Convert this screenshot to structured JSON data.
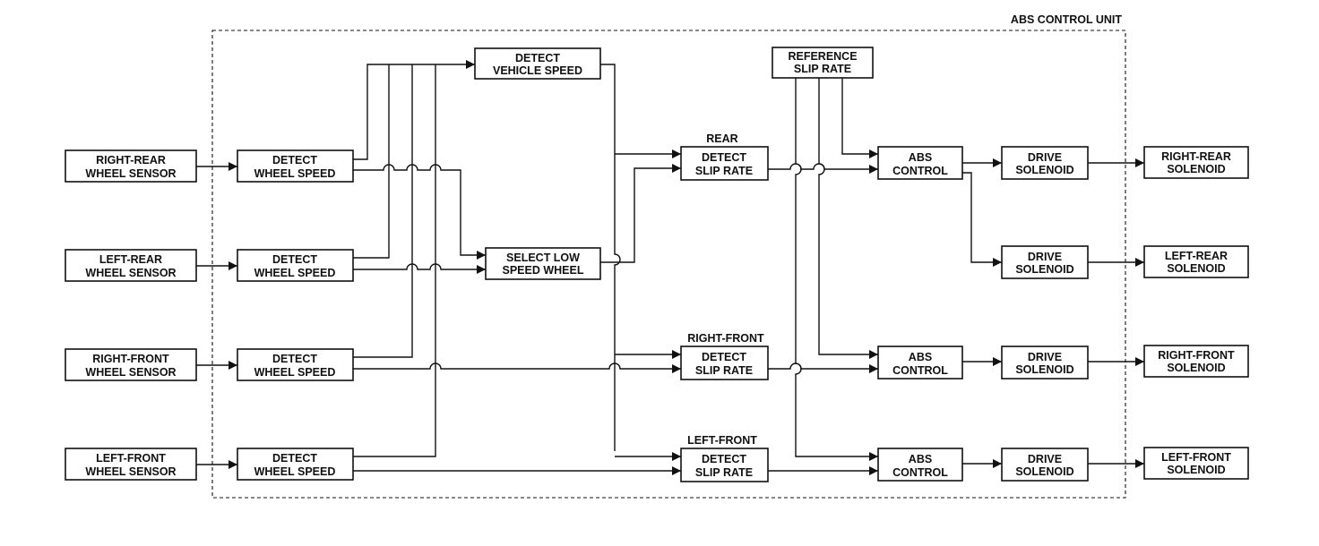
{
  "unit_label": "ABS CONTROL UNIT",
  "sensors": {
    "right_rear": [
      "RIGHT-REAR",
      "WHEEL SENSOR"
    ],
    "left_rear": [
      "LEFT-REAR",
      "WHEEL SENSOR"
    ],
    "right_front": [
      "RIGHT-FRONT",
      "WHEEL SENSOR"
    ],
    "left_front": [
      "LEFT-FRONT",
      "WHEEL SENSOR"
    ]
  },
  "detect_wheel_speed": [
    "DETECT",
    "WHEEL SPEED"
  ],
  "detect_vehicle_speed": [
    "DETECT",
    "VEHICLE SPEED"
  ],
  "select_low_speed_wheel": [
    "SELECT LOW",
    "SPEED WHEEL"
  ],
  "reference_slip_rate": [
    "REFERENCE",
    "SLIP RATE"
  ],
  "detect_slip_rate": [
    "DETECT",
    "SLIP RATE"
  ],
  "slip_rate_labels": {
    "rear": "REAR",
    "right_front": "RIGHT-FRONT",
    "left_front": "LEFT-FRONT"
  },
  "abs_control": [
    "ABS",
    "CONTROL"
  ],
  "drive_solenoid": [
    "DRIVE",
    "SOLENOID"
  ],
  "solenoids": {
    "right_rear": [
      "RIGHT-REAR",
      "SOLENOID"
    ],
    "left_rear": [
      "LEFT-REAR",
      "SOLENOID"
    ],
    "right_front": [
      "RIGHT-FRONT",
      "SOLENOID"
    ],
    "left_front": [
      "LEFT-FRONT",
      "SOLENOID"
    ]
  }
}
